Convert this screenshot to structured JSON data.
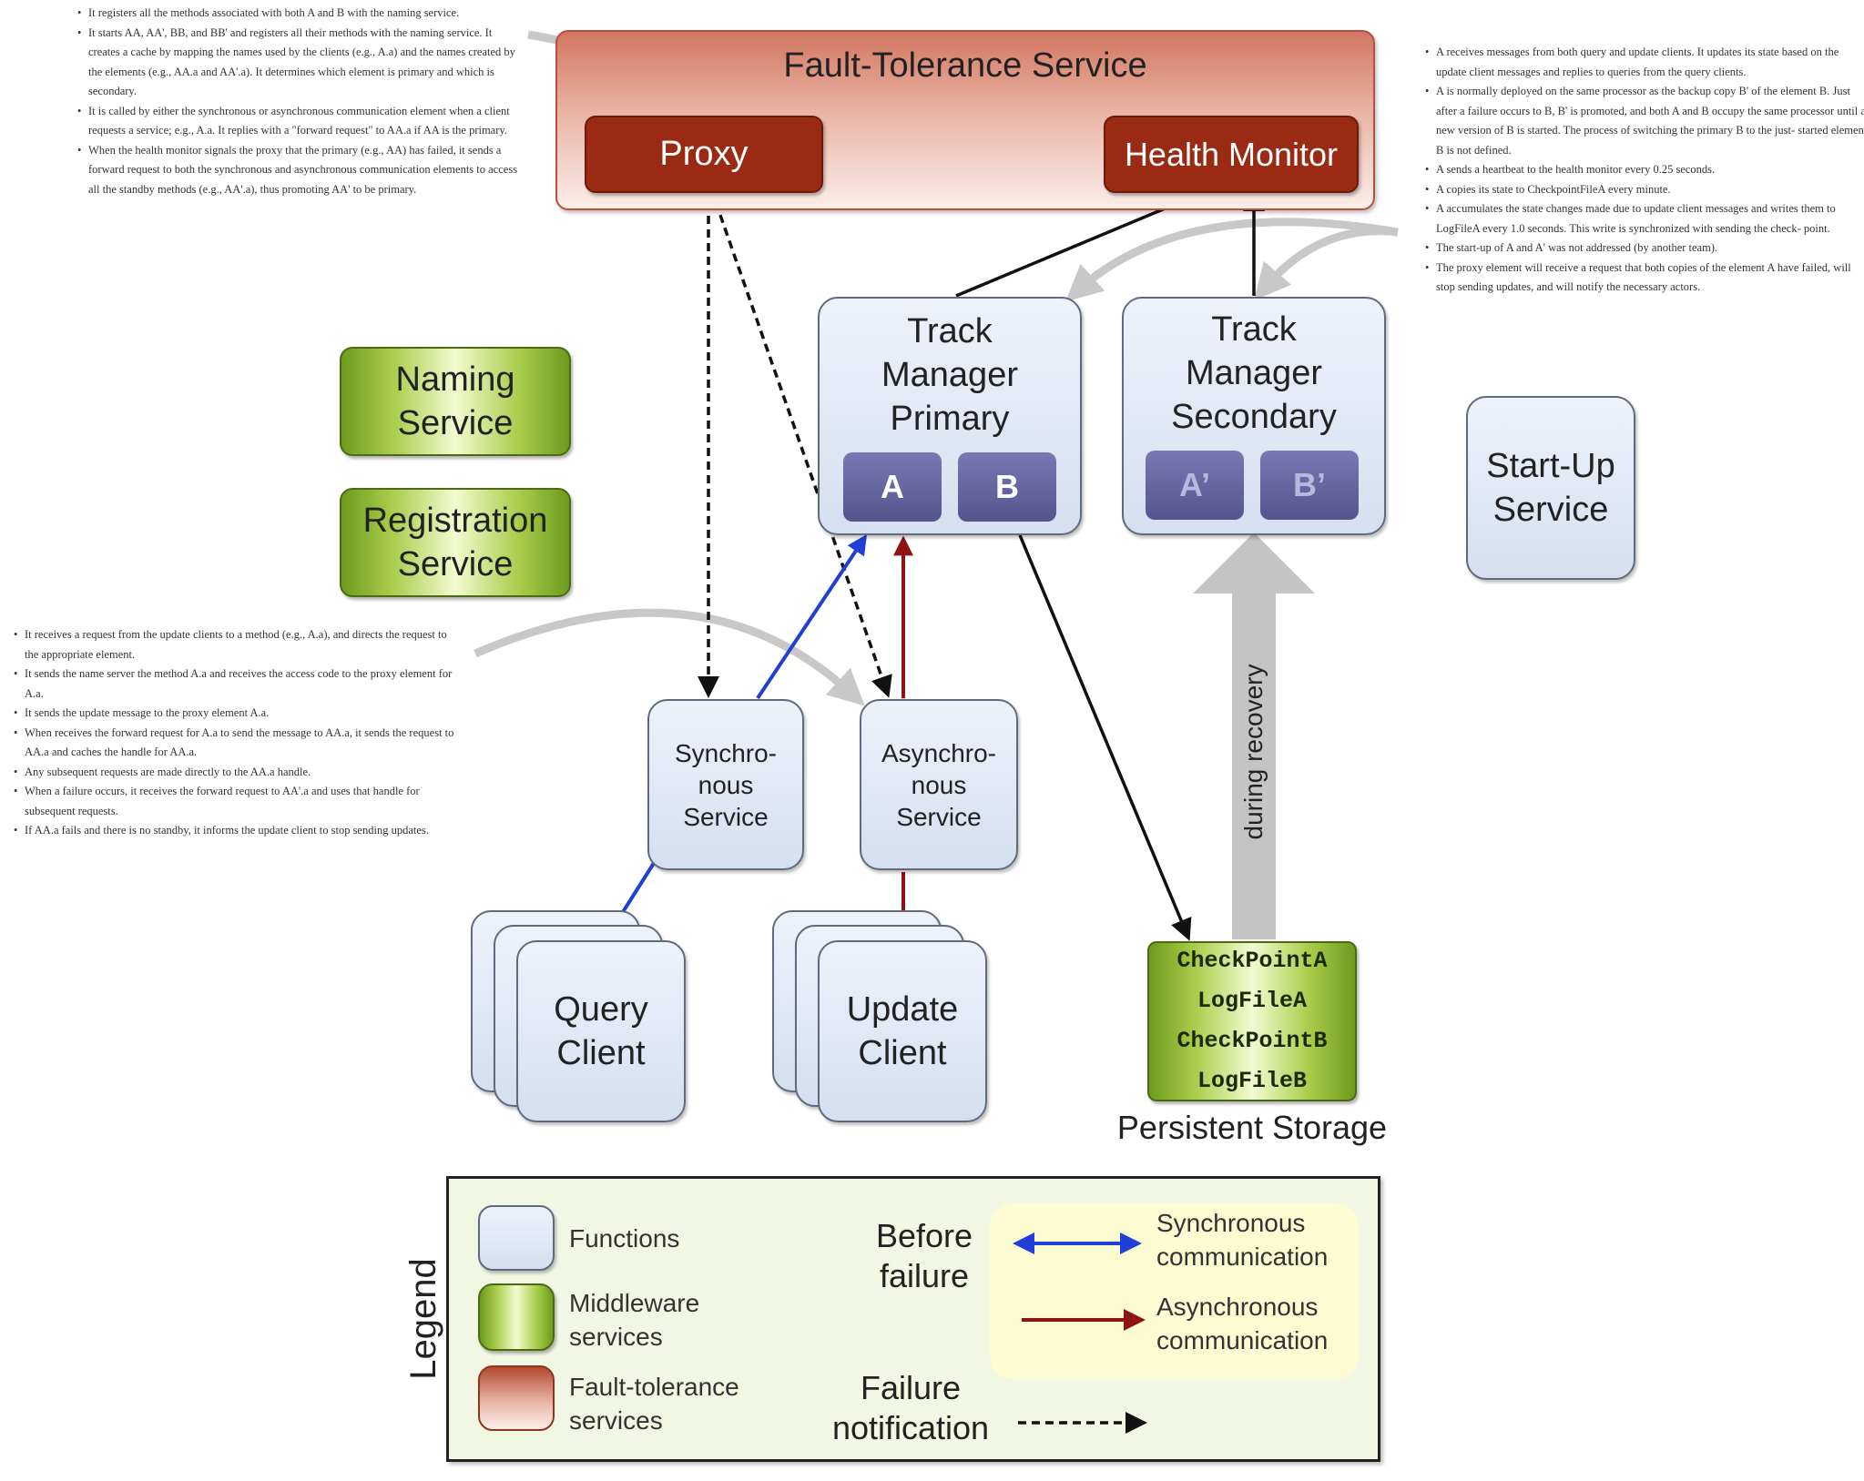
{
  "notes": {
    "proxy": [
      "It registers all the methods associated with both A and B with the naming service.",
      "It starts AA, AA', BB, and BB' and registers all their methods with the naming service. It creates a cache by mapping the names used by the clients (e.g., A.a) and the names created by the elements (e.g., AA.a and AA'.a). It determines which element is primary and which is secondary.",
      "It is called by either the synchronous or asynchronous communication element when a client requests a service; e.g., A.a. It replies with a \"forward request\" to AA.a if AA is the primary.",
      "When the health monitor signals the proxy that the primary (e.g., AA) has failed, it sends a forward request to both the synchronous and asynchronous communication elements to access all the standby methods (e.g., AA'.a), thus promoting AA' to be primary."
    ],
    "track_manager": [
      "A receives messages from both query and update clients. It updates its state based on the update client messages and replies to queries from the query clients.",
      "A is normally deployed on the same processor as the backup copy B' of the element B. Just after a failure occurs to B, B' is promoted, and both A and B occupy the same processor until a new version of B is started. The process of switching the primary B to the just- started element B is not defined.",
      "A sends a heartbeat to the health monitor every 0.25 seconds.",
      "A copies its state to CheckpointFileA every minute.",
      "A accumulates the state changes made due to update client messages and writes them to LogFileA every 1.0 seconds. This write is synchronized with sending the check- point.",
      "The start-up of A and A' was not addressed (by another team).",
      "The proxy element will receive a request that both copies of the element A have failed, will stop sending updates, and will notify the necessary actors."
    ],
    "async_service": [
      "It receives a request from the update clients to a method (e.g., A.a), and directs the request to the appropriate element.",
      "It sends the name server the method A.a and receives the access code to the proxy element for A.a.",
      "It sends the update message to the proxy element A.a.",
      "When receives the forward request for A.a to send the message to AA.a, it sends the request to AA.a and caches the handle for AA.a.",
      "Any subsequent requests are made directly to the AA.a handle.",
      "When a failure occurs, it receives the forward request to AA'.a and uses that handle for subsequent requests.",
      "If AA.a fails and there is no standby, it informs the update client to stop sending updates."
    ]
  },
  "diagram": {
    "fault_tolerance_title": "Fault-Tolerance Service",
    "proxy": "Proxy",
    "health_monitor": "Health Monitor",
    "naming_service": [
      "Naming",
      "Service"
    ],
    "registration_service": [
      "Registration",
      "Service"
    ],
    "track_primary": [
      "Track",
      "Manager",
      "Primary"
    ],
    "track_secondary": [
      "Track",
      "Manager",
      "Secondary"
    ],
    "chip_a": "A",
    "chip_b": "B",
    "chip_a_prime": "A’",
    "chip_b_prime": "B’",
    "startup_service": [
      "Start-Up",
      "Service"
    ],
    "sync_service": [
      "Synchro-",
      "nous",
      "Service"
    ],
    "async_service": [
      "Asynchro-",
      "nous",
      "Service"
    ],
    "query_client": [
      "Query",
      "Client"
    ],
    "update_client": [
      "Update",
      "Client"
    ],
    "storage_items": [
      "CheckPointA",
      "LogFileA",
      "CheckPointB",
      "LogFileB"
    ],
    "persistent_storage": "Persistent Storage",
    "during_recovery": "during recovery"
  },
  "legend": {
    "title": "Legend",
    "functions": "Functions",
    "middleware": [
      "Middleware",
      "services"
    ],
    "fault_tolerance": [
      "Fault-tolerance",
      "services"
    ],
    "before_failure": [
      "Before",
      "failure"
    ],
    "sync_comm": [
      "Synchronous",
      "communication"
    ],
    "async_comm": [
      "Asynchronous",
      "communication"
    ],
    "failure_notification": [
      "Failure",
      "notification"
    ]
  },
  "colors": {
    "sync_arrow": "#1f3fd6",
    "async_arrow": "#8e1414",
    "fault_tolerance": "#9b2a14",
    "middleware": "#8fbf2c",
    "functions": "#e2e8f4",
    "legend_bg": "#f2f7e4",
    "legend_highlight": "#fdfbd2",
    "gray_callout": "#c8c8c8"
  }
}
